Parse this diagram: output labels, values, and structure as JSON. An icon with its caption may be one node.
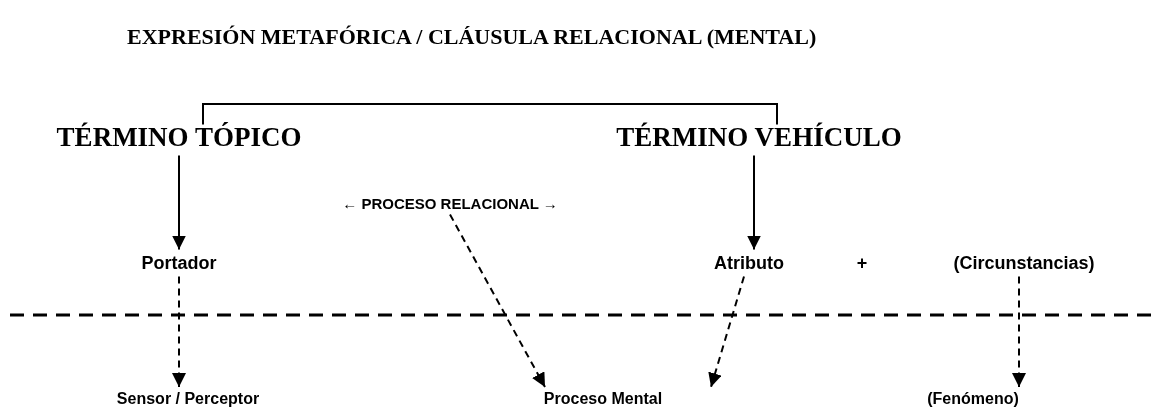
{
  "diagram": {
    "title": "EXPRESIÓN METAFÓRICA / CLÁUSULA RELACIONAL (MENTAL)",
    "nodes": [
      {
        "text": [
          "TÉRMINO TÓPICO"
        ]
      },
      {
        "text": [
          "TÉRMINO VEHÍCULO"
        ]
      },
      {
        "text": [
          "← PROCESO RELACIONAL →"
        ]
      },
      {
        "text": [
          "Portador"
        ]
      },
      {
        "text": [
          "Atributo"
        ]
      },
      {
        "text": [
          "(Circunstancias)"
        ]
      },
      {
        "text": [
          "Sensor / Perceptor"
        ]
      },
      {
        "text": [
          "Proceso Mental"
        ]
      },
      {
        "text": [
          "(Fenómeno)"
        ]
      }
    ],
    "edges": [
      {
        "from": 0,
        "to": 1,
        "arrow": "none"
      },
      {
        "from": 0,
        "to": 3,
        "arrow": "to"
      },
      {
        "from": 1,
        "to": 4,
        "arrow": "to"
      },
      {
        "from": 2,
        "to": 7,
        "arrow": "to",
        "style": "dashed"
      },
      {
        "from": 4,
        "to": 7,
        "arrow": "to",
        "style": "dashed"
      },
      {
        "from": 3,
        "to": 6,
        "arrow": "to",
        "style": "dashed"
      },
      {
        "from": 5,
        "to": 8,
        "arrow": "to",
        "style": "dashed"
      }
    ],
    "labels": [
      "+"
    ]
  }
}
